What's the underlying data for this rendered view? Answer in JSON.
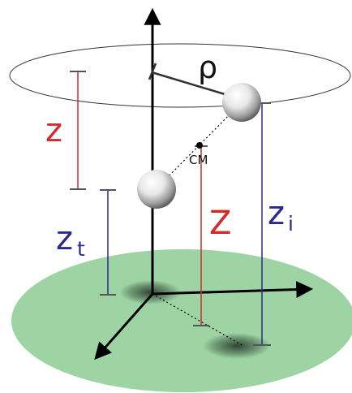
{
  "labels": {
    "rho": "ρ",
    "z_small": "z",
    "z_t_main": "z",
    "z_t_sub": "t",
    "Z_big": "Z",
    "z_i_main": "z",
    "z_i_sub": "i",
    "cm": "CM"
  },
  "colors": {
    "red": "#d42a2a",
    "blue": "#2a2a8c",
    "ground": "#9ed4a4",
    "axis": "#000000",
    "ring": "#333333"
  }
}
